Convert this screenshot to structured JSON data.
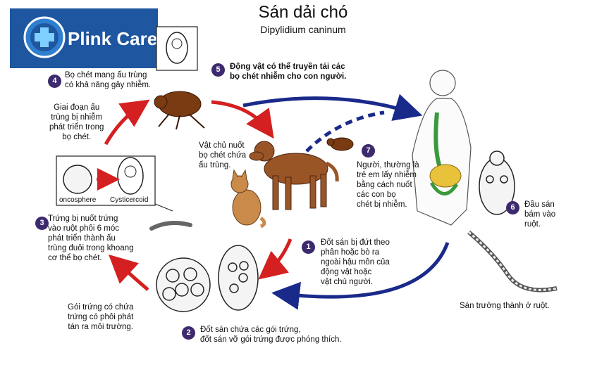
{
  "title": "Sán dải chó",
  "subtitle": "Dipylidium caninum",
  "logo": {
    "text": "Plink Care"
  },
  "steps": {
    "s1": {
      "num": "1",
      "text": "Đốt sán bị đứt theo\nphân hoặc bò ra\nngoài hậu môn của\nđộng vật hoặc\nvật chủ người."
    },
    "s2": {
      "num": "2",
      "text": "Đốt sán chứa các gói trứng,\nđốt sán vỡ gói trứng được phóng thích."
    },
    "s3": {
      "num": "3",
      "text": "Trứng bị nuốt trứng\nvào ruột phôi 6 móc\nphát triển thành ấu\ntrùng đuôi trong khoang\ncơ thể bọ chét."
    },
    "s4": {
      "num": "4",
      "text": "Bọ chét mang ấu trùng\ncó khả năng gây nhiễm."
    },
    "s5": {
      "num": "5",
      "text": "Động vật có thể truyền tải các\nbọ chét nhiễm cho con người."
    },
    "s6": {
      "num": "6",
      "text": "Đầu sán\nbám vào\nruột."
    },
    "s7": {
      "num": "7",
      "text": "Người, thường là\ntrẻ em lấy nhiễm\nbằng cách nuốt\ncác con bọ\nchét bị nhiễm."
    }
  },
  "labels": {
    "larval_stage": "Giai đoạn ấu\ntrùng bị nhiễm\nphát triển trong\nbọ chét.",
    "host": "Vật chủ nuốt\nbọ chét chứa\nấu trùng.",
    "egg_packet": "Gói trứng có chứa\ntrứng có phôi phát\ntán ra môi trường.",
    "adult": "Sán trưởng thành ở ruột.",
    "oncosphere": "oncosphere",
    "cysticercoid": "Cysticercoid"
  },
  "colors": {
    "red_arrow": "#d42020",
    "blue_arrow": "#1a2a8a",
    "badge": "#3d2a6e",
    "logo_bg": "#1e56a0",
    "dog": "#9a5527",
    "cat": "#c98a4a",
    "intestine_green": "#3a9a3a",
    "intestine_yellow": "#e8c23a"
  }
}
